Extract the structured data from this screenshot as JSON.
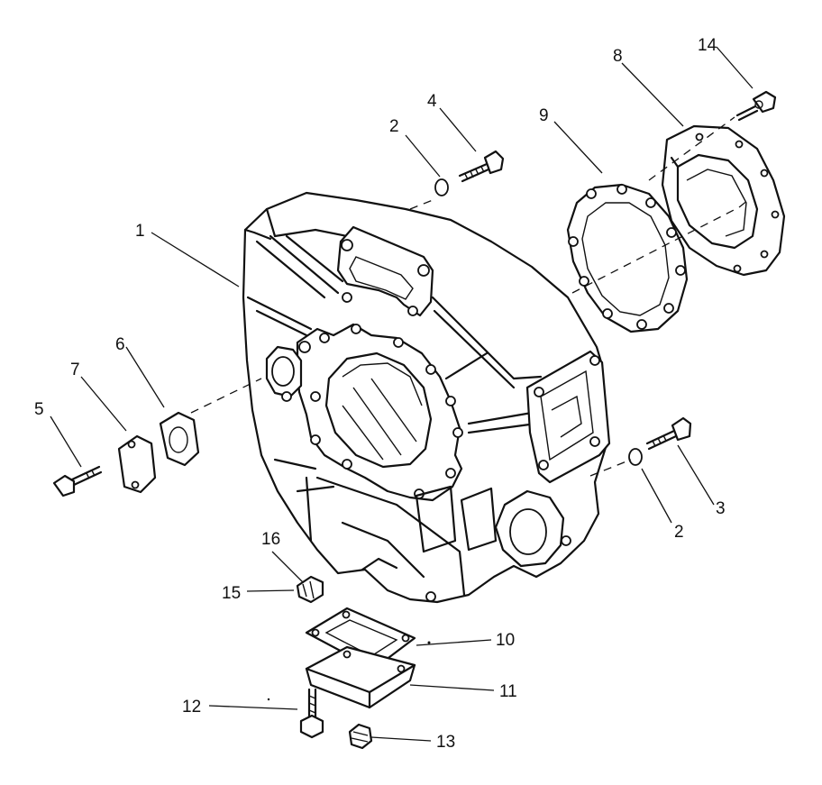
{
  "callouts": [
    {
      "id": "c1",
      "text": "1"
    },
    {
      "id": "c2a",
      "text": "2"
    },
    {
      "id": "c2b",
      "text": "2"
    },
    {
      "id": "c3",
      "text": "3"
    },
    {
      "id": "c4",
      "text": "4"
    },
    {
      "id": "c5",
      "text": "5"
    },
    {
      "id": "c6",
      "text": "6"
    },
    {
      "id": "c7",
      "text": "7"
    },
    {
      "id": "c8",
      "text": "8"
    },
    {
      "id": "c9",
      "text": "9"
    },
    {
      "id": "c10",
      "text": "10"
    },
    {
      "id": "c11",
      "text": "11"
    },
    {
      "id": "c12",
      "text": "12"
    },
    {
      "id": "c13",
      "text": "13"
    },
    {
      "id": "c14",
      "text": "14"
    },
    {
      "id": "c15",
      "text": "15"
    },
    {
      "id": "c16",
      "text": "16"
    }
  ]
}
